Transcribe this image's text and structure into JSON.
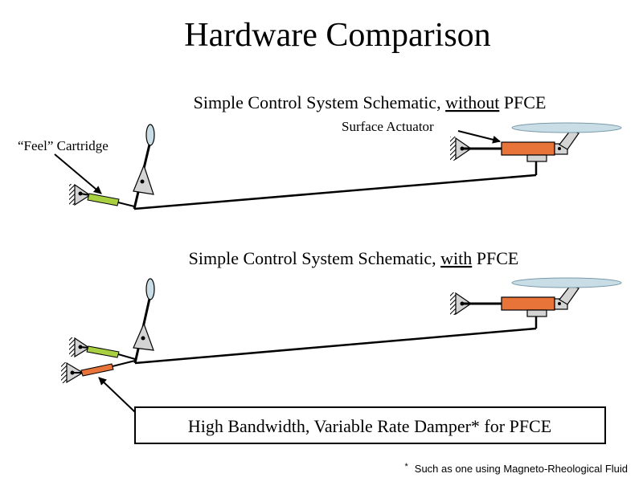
{
  "title": "Hardware Comparison",
  "top": {
    "caption_pre": "Simple Control System Schematic, ",
    "caption_em": "without",
    "caption_post": " PFCE",
    "feel_label": "“Feel” Cartridge",
    "actuator_label": "Surface Actuator"
  },
  "bottom": {
    "caption_pre": "Simple Control System Schematic, ",
    "caption_em": "with",
    "caption_post": " PFCE"
  },
  "damper_box": "High Bandwidth, Variable Rate Damper* for PFCE",
  "footnote_mark": "*",
  "footnote": "Such as one using Magneto-Rheological Fluid",
  "colors": {
    "feel_cartridge": "#a8d040",
    "actuator": "#e8743a",
    "damper": "#e8743a",
    "surface": "#c8dde6",
    "mount": "#d4d4d4",
    "stroke": "#000000"
  }
}
